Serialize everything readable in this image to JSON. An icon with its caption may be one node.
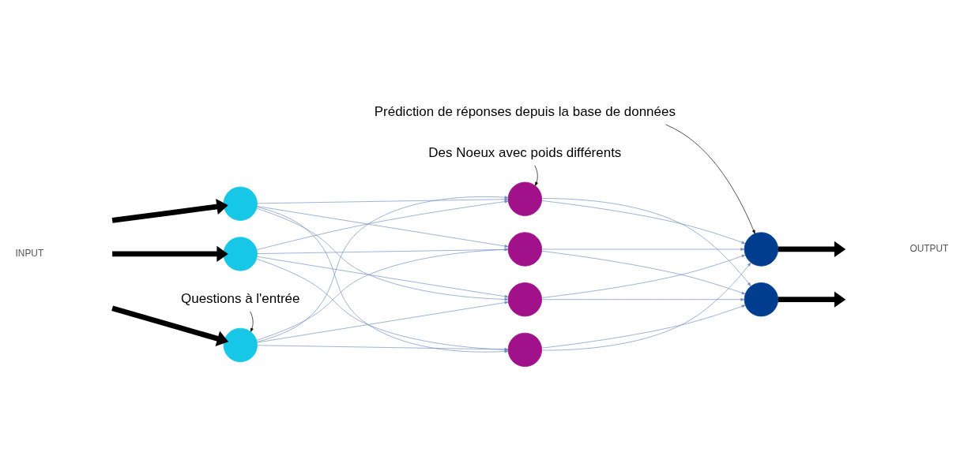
{
  "diagram": {
    "nodes": [
      {
        "text": [],
        "shape": "circle"
      },
      {
        "text": [],
        "shape": "circle"
      },
      {
        "text": [],
        "shape": "circle"
      },
      {
        "text": [],
        "shape": "circle"
      },
      {
        "text": [],
        "shape": "circle"
      },
      {
        "text": [],
        "shape": "circle"
      },
      {
        "text": [],
        "shape": "circle"
      },
      {
        "text": [],
        "shape": "circle"
      },
      {
        "text": [],
        "shape": "circle"
      },
      {
        "text": [
          "Des Noeux avec poids différents"
        ]
      },
      {
        "text": [
          "Questions à l'entrée"
        ]
      },
      {
        "text": [
          "Prédiction de réponses depuis la base de données"
        ]
      }
    ],
    "edges": [
      {
        "from": null,
        "to": 0,
        "arrow": "to",
        "style": "thick",
        "color": "#000000"
      },
      {
        "from": null,
        "to": 1,
        "arrow": "to",
        "style": "thick",
        "color": "#000000"
      },
      {
        "from": null,
        "to": 2,
        "arrow": "to",
        "style": "thick",
        "color": "#000000"
      },
      {
        "from": 0,
        "to": 3,
        "arrow": "to"
      },
      {
        "from": 0,
        "to": 4,
        "arrow": "to"
      },
      {
        "from": 0,
        "to": 5,
        "arrow": "to"
      },
      {
        "from": 0,
        "to": 6,
        "arrow": "to"
      },
      {
        "from": 1,
        "to": 3,
        "arrow": "to"
      },
      {
        "from": 1,
        "to": 4,
        "arrow": "to"
      },
      {
        "from": 1,
        "to": 5,
        "arrow": "to"
      },
      {
        "from": 1,
        "to": 6,
        "arrow": "to"
      },
      {
        "from": 2,
        "to": 3,
        "arrow": "to"
      },
      {
        "from": 2,
        "to": 4,
        "arrow": "to"
      },
      {
        "from": 2,
        "to": 5,
        "arrow": "to"
      },
      {
        "from": 2,
        "to": 6,
        "arrow": "to"
      },
      {
        "from": 3,
        "to": 7,
        "arrow": "to"
      },
      {
        "from": 3,
        "to": 8,
        "arrow": "to"
      },
      {
        "from": 4,
        "to": 7,
        "arrow": "to"
      },
      {
        "from": 4,
        "to": 8,
        "arrow": "to"
      },
      {
        "from": 5,
        "to": 7,
        "arrow": "to"
      },
      {
        "from": 5,
        "to": 8,
        "arrow": "to"
      },
      {
        "from": 6,
        "to": 7,
        "arrow": "to"
      },
      {
        "from": 6,
        "to": 8,
        "arrow": "to"
      },
      {
        "from": 7,
        "to": null,
        "arrow": "to",
        "style": "thick",
        "color": "#000000"
      },
      {
        "from": 8,
        "to": null,
        "arrow": "to",
        "style": "thick",
        "color": "#000000"
      },
      {
        "from": 9,
        "to": 3,
        "arrow": "to",
        "color": "#000000"
      },
      {
        "from": 10,
        "to": 2,
        "arrow": "to",
        "color": "#000000"
      },
      {
        "from": 11,
        "to": 8,
        "arrow": "to",
        "color": "#000000"
      }
    ],
    "labels": [
      "INPUT",
      "OUTPUT"
    ]
  }
}
